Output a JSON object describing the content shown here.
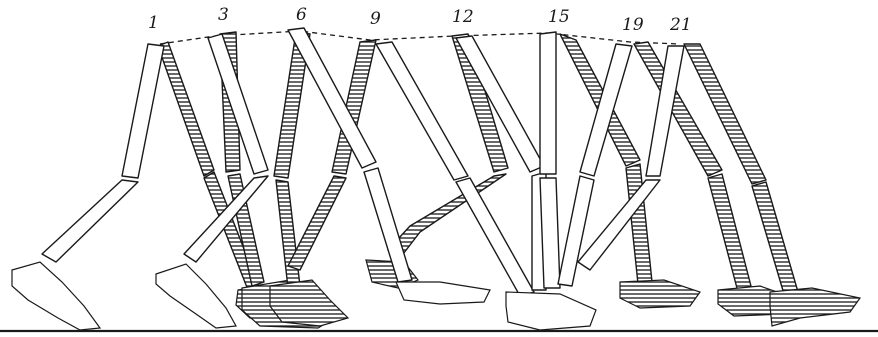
{
  "figure": {
    "frame_labels": [
      "1",
      "3",
      "6",
      "9",
      "12",
      "15",
      "19",
      "21"
    ]
  }
}
